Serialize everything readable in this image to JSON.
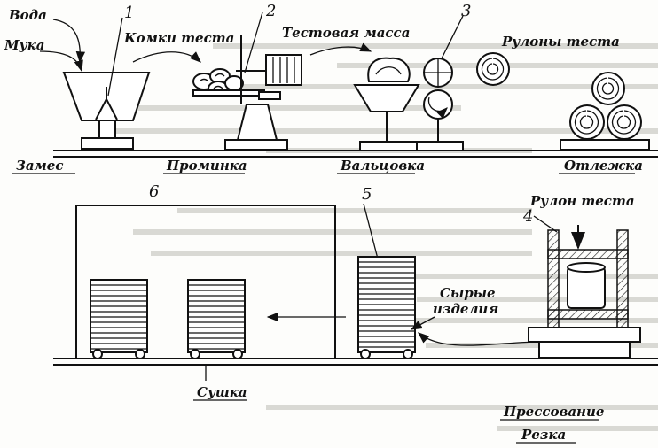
{
  "labels": {
    "water": "Вода",
    "flour": "Мука",
    "dough_lumps": "Комки теста",
    "dough_mass": "Тестовая масса",
    "dough_rolls": "Рулоны теста",
    "dough_roll": "Рулон теста",
    "raw_products": "Сырые изделия"
  },
  "stages": {
    "mixing": "Замес",
    "kneading": "Проминка",
    "rolling": "Вальцовка",
    "resting": "Отлежка",
    "drying": "Сушка",
    "pressing": "Прессование",
    "cutting": "Резка"
  },
  "numbers": {
    "n1": "1",
    "n2": "2",
    "n3": "3",
    "n4": "4",
    "n5": "5",
    "n6": "6"
  }
}
